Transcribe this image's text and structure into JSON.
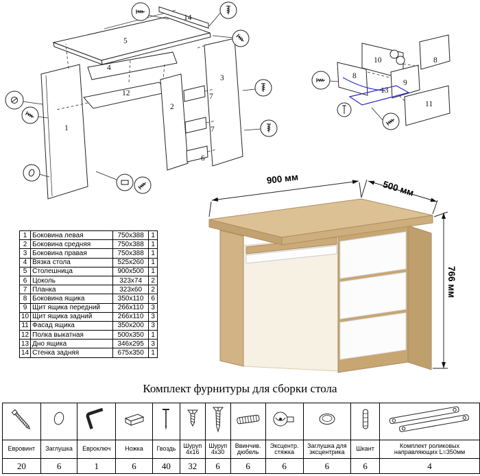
{
  "parts_table": {
    "rows": [
      {
        "num": "1",
        "name": "Боковина левая",
        "size": "750x388",
        "qty": "1"
      },
      {
        "num": "2",
        "name": "Боковина средняя",
        "size": "750x388",
        "qty": "1"
      },
      {
        "num": "3",
        "name": "Боковина правая",
        "size": "750x388",
        "qty": "1"
      },
      {
        "num": "4",
        "name": "Вязка стола",
        "size": "525x260",
        "qty": "1"
      },
      {
        "num": "5",
        "name": "Столешница",
        "size": "900x500",
        "qty": "1"
      },
      {
        "num": "6",
        "name": "Цоколь",
        "size": "323x74",
        "qty": "2"
      },
      {
        "num": "7",
        "name": "Планка",
        "size": "323x60",
        "qty": "2"
      },
      {
        "num": "8",
        "name": "Боковина ящика",
        "size": "350x110",
        "qty": "6"
      },
      {
        "num": "9",
        "name": "Щит ящика передний",
        "size": "266x110",
        "qty": "3"
      },
      {
        "num": "10",
        "name": "Щит ящика задний",
        "size": "266x110",
        "qty": "3"
      },
      {
        "num": "11",
        "name": "Фасад ящика",
        "size": "350x200",
        "qty": "3"
      },
      {
        "num": "12",
        "name": "Полка выкатная",
        "size": "500x350",
        "qty": "1"
      },
      {
        "num": "13",
        "name": "Дно ящика",
        "size": "346x295",
        "qty": "3"
      },
      {
        "num": "14",
        "name": "Стенка задняя",
        "size": "675x350",
        "qty": "1"
      }
    ]
  },
  "desk_dimensions": {
    "width": "900 мм",
    "depth": "500 мм",
    "height": "766 мм"
  },
  "hardware_title": "Комплект фурнитуры для сборки стола",
  "hardware_items": [
    {
      "name": "Евровинт",
      "qty": "20",
      "icon": "confirmat-screw-icon"
    },
    {
      "name": "Заглушка",
      "qty": "6",
      "icon": "cap-icon"
    },
    {
      "name": "Евроключ",
      "qty": "1",
      "icon": "hex-key-icon"
    },
    {
      "name": "Ножка",
      "qty": "6",
      "icon": "foot-icon"
    },
    {
      "name": "Гвоздь",
      "qty": "40",
      "icon": "nail-icon"
    },
    {
      "name": "Шуруп 4х16",
      "qty": "32",
      "icon": "screw-icon"
    },
    {
      "name": "Шуруп 4х30",
      "qty": "6",
      "icon": "screw-icon"
    },
    {
      "name": "Ввинчив. дюбель",
      "qty": "6",
      "icon": "threaded-dowel-icon"
    },
    {
      "name": "Эксцентр. стяжка",
      "qty": "6",
      "icon": "cam-lock-icon"
    },
    {
      "name": "Заглушка для эксцентрика",
      "qty": "6",
      "icon": "cam-cap-icon"
    },
    {
      "name": "Шкант",
      "qty": "6",
      "icon": "wood-dowel-icon"
    },
    {
      "name": "Комплект роликовых направляющих L=350мм",
      "qty": "4",
      "icon": "drawer-slides-icon"
    }
  ],
  "diagram_left_labels": [
    "14",
    "5",
    "4",
    "12",
    "1",
    "2",
    "3",
    "7",
    "7",
    "6"
  ],
  "diagram_right_labels": [
    "10",
    "8",
    "8",
    "9",
    "13",
    "11"
  ],
  "colors": {
    "wood": "#d5b98c",
    "wood_dark": "#c2a071",
    "drawer_white": "#fcfcfc",
    "blue_line": "#2a2acc"
  }
}
